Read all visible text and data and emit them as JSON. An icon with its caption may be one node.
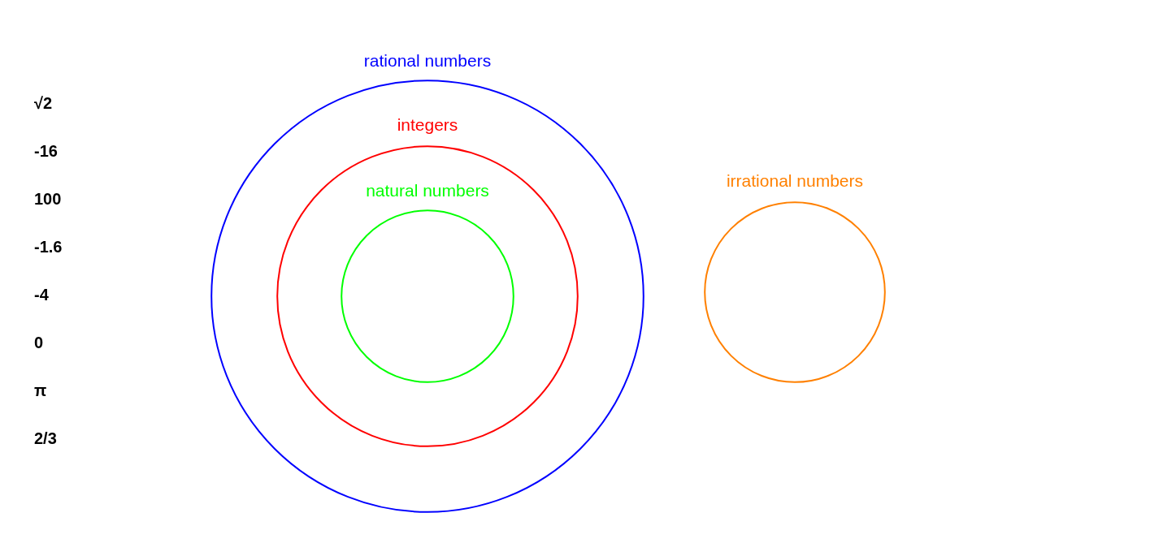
{
  "diagram": {
    "nodes": [
      {
        "text": [
          "rational numbers"
        ]
      },
      {
        "text": [
          "integers"
        ],
        "in": 0
      },
      {
        "text": [
          "natural numbers"
        ],
        "in": 1
      },
      {
        "text": [
          "irrational numbers"
        ]
      }
    ],
    "labels": [
      "√2",
      "-16",
      "100",
      "-1.6",
      "-4",
      "0",
      "π",
      "2/3"
    ]
  }
}
